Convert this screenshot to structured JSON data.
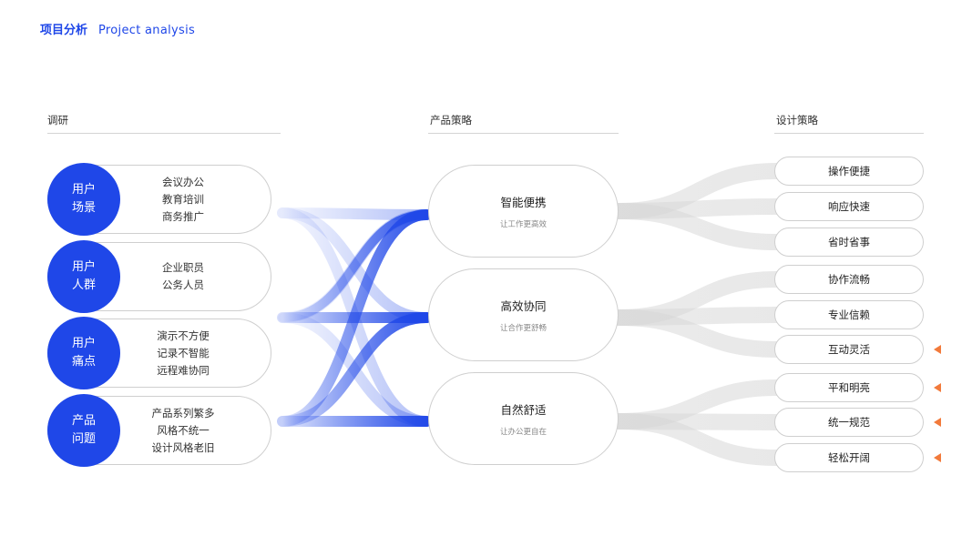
{
  "header": {
    "title_cn": "项目分析",
    "title_en": "Project analysis"
  },
  "columns": {
    "research": "调研",
    "product_strategy": "产品策略",
    "design_strategy": "设计策略"
  },
  "research": [
    {
      "label_line1": "用户",
      "label_line2": "场景",
      "items": [
        "会议办公",
        "教育培训",
        "商务推广"
      ]
    },
    {
      "label_line1": "用户",
      "label_line2": "人群",
      "items": [
        "企业职员",
        "公务人员"
      ]
    },
    {
      "label_line1": "用户",
      "label_line2": "痛点",
      "items": [
        "演示不方便",
        "记录不智能",
        "远程难协同"
      ]
    },
    {
      "label_line1": "产品",
      "label_line2": "问题",
      "items": [
        "产品系列繁多",
        "风格不统一",
        "设计风格老旧"
      ]
    }
  ],
  "strategies": [
    {
      "title": "智能便携",
      "subtitle": "让工作更高效"
    },
    {
      "title": "高效协同",
      "subtitle": "让合作更舒畅"
    },
    {
      "title": "自然舒适",
      "subtitle": "让办公更自在"
    }
  ],
  "design_items": [
    {
      "label": "操作便捷",
      "marked": false
    },
    {
      "label": "响应快速",
      "marked": false
    },
    {
      "label": "省时省事",
      "marked": false
    },
    {
      "label": "协作流畅",
      "marked": false
    },
    {
      "label": "专业信赖",
      "marked": false
    },
    {
      "label": "互动灵活",
      "marked": true
    },
    {
      "label": "平和明亮",
      "marked": true
    },
    {
      "label": "统一规范",
      "marked": true
    },
    {
      "label": "轻松开阔",
      "marked": true
    }
  ],
  "colors": {
    "accent": "#1f47e8",
    "marker": "#f27a3b",
    "border": "#cfcfcf",
    "gray_flow": "#e3e3e3"
  }
}
